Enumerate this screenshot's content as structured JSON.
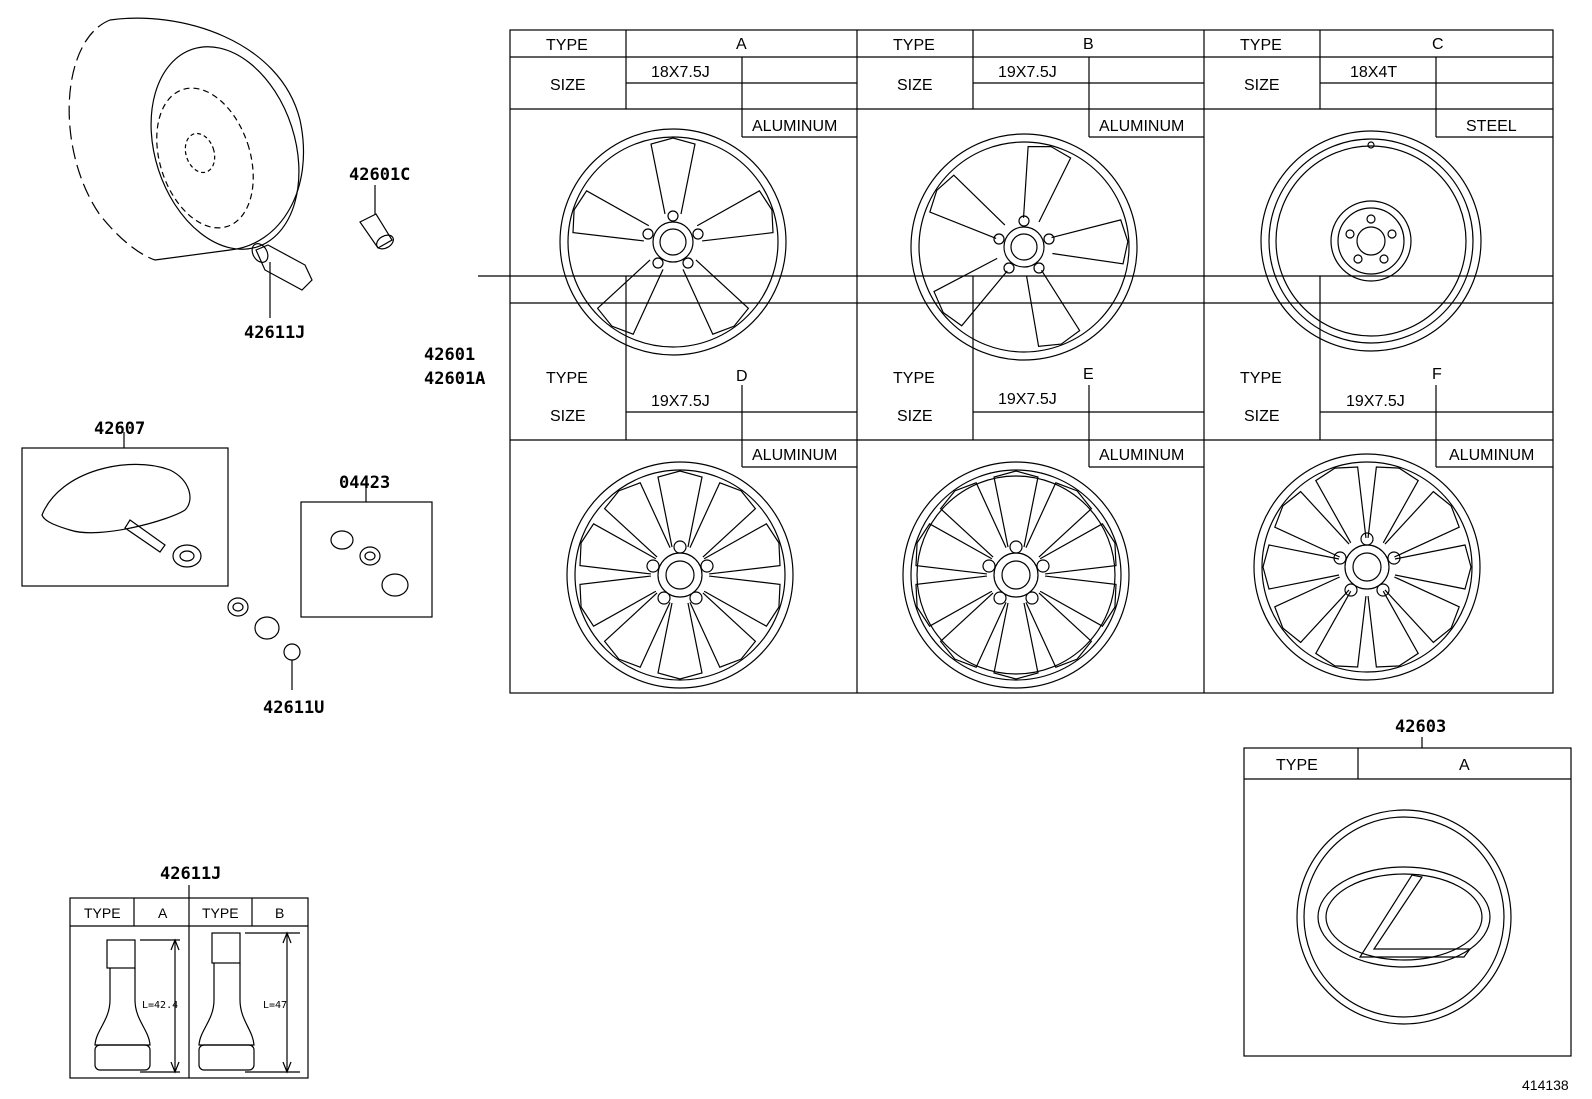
{
  "callouts": {
    "c42601C": "42601C",
    "c42611J_top": "42611J",
    "c42601": "42601",
    "c42601A": "42601A",
    "c42607": "42607",
    "c04423": "04423",
    "c42611U": "42611U",
    "c42603": "42603",
    "c42611J_bottom": "42611J"
  },
  "labels": {
    "type": "TYPE",
    "size": "SIZE"
  },
  "wheels": [
    {
      "type": "A",
      "size": "18X7.5J",
      "material": "ALUMINUM"
    },
    {
      "type": "B",
      "size": "19X7.5J",
      "material": "ALUMINUM"
    },
    {
      "type": "C",
      "size": "18X4T",
      "material": "STEEL"
    },
    {
      "type": "D",
      "size": "19X7.5J",
      "material": "ALUMINUM"
    },
    {
      "type": "E",
      "size": "19X7.5J",
      "material": "ALUMINUM"
    },
    {
      "type": "F",
      "size": "19X7.5J",
      "material": "ALUMINUM"
    }
  ],
  "cap_table": {
    "type": "A"
  },
  "valve_table": {
    "type_a": "A",
    "type_b": "B",
    "len_a": "L=42.4",
    "len_b": "L=47"
  },
  "figure_id": "414138"
}
